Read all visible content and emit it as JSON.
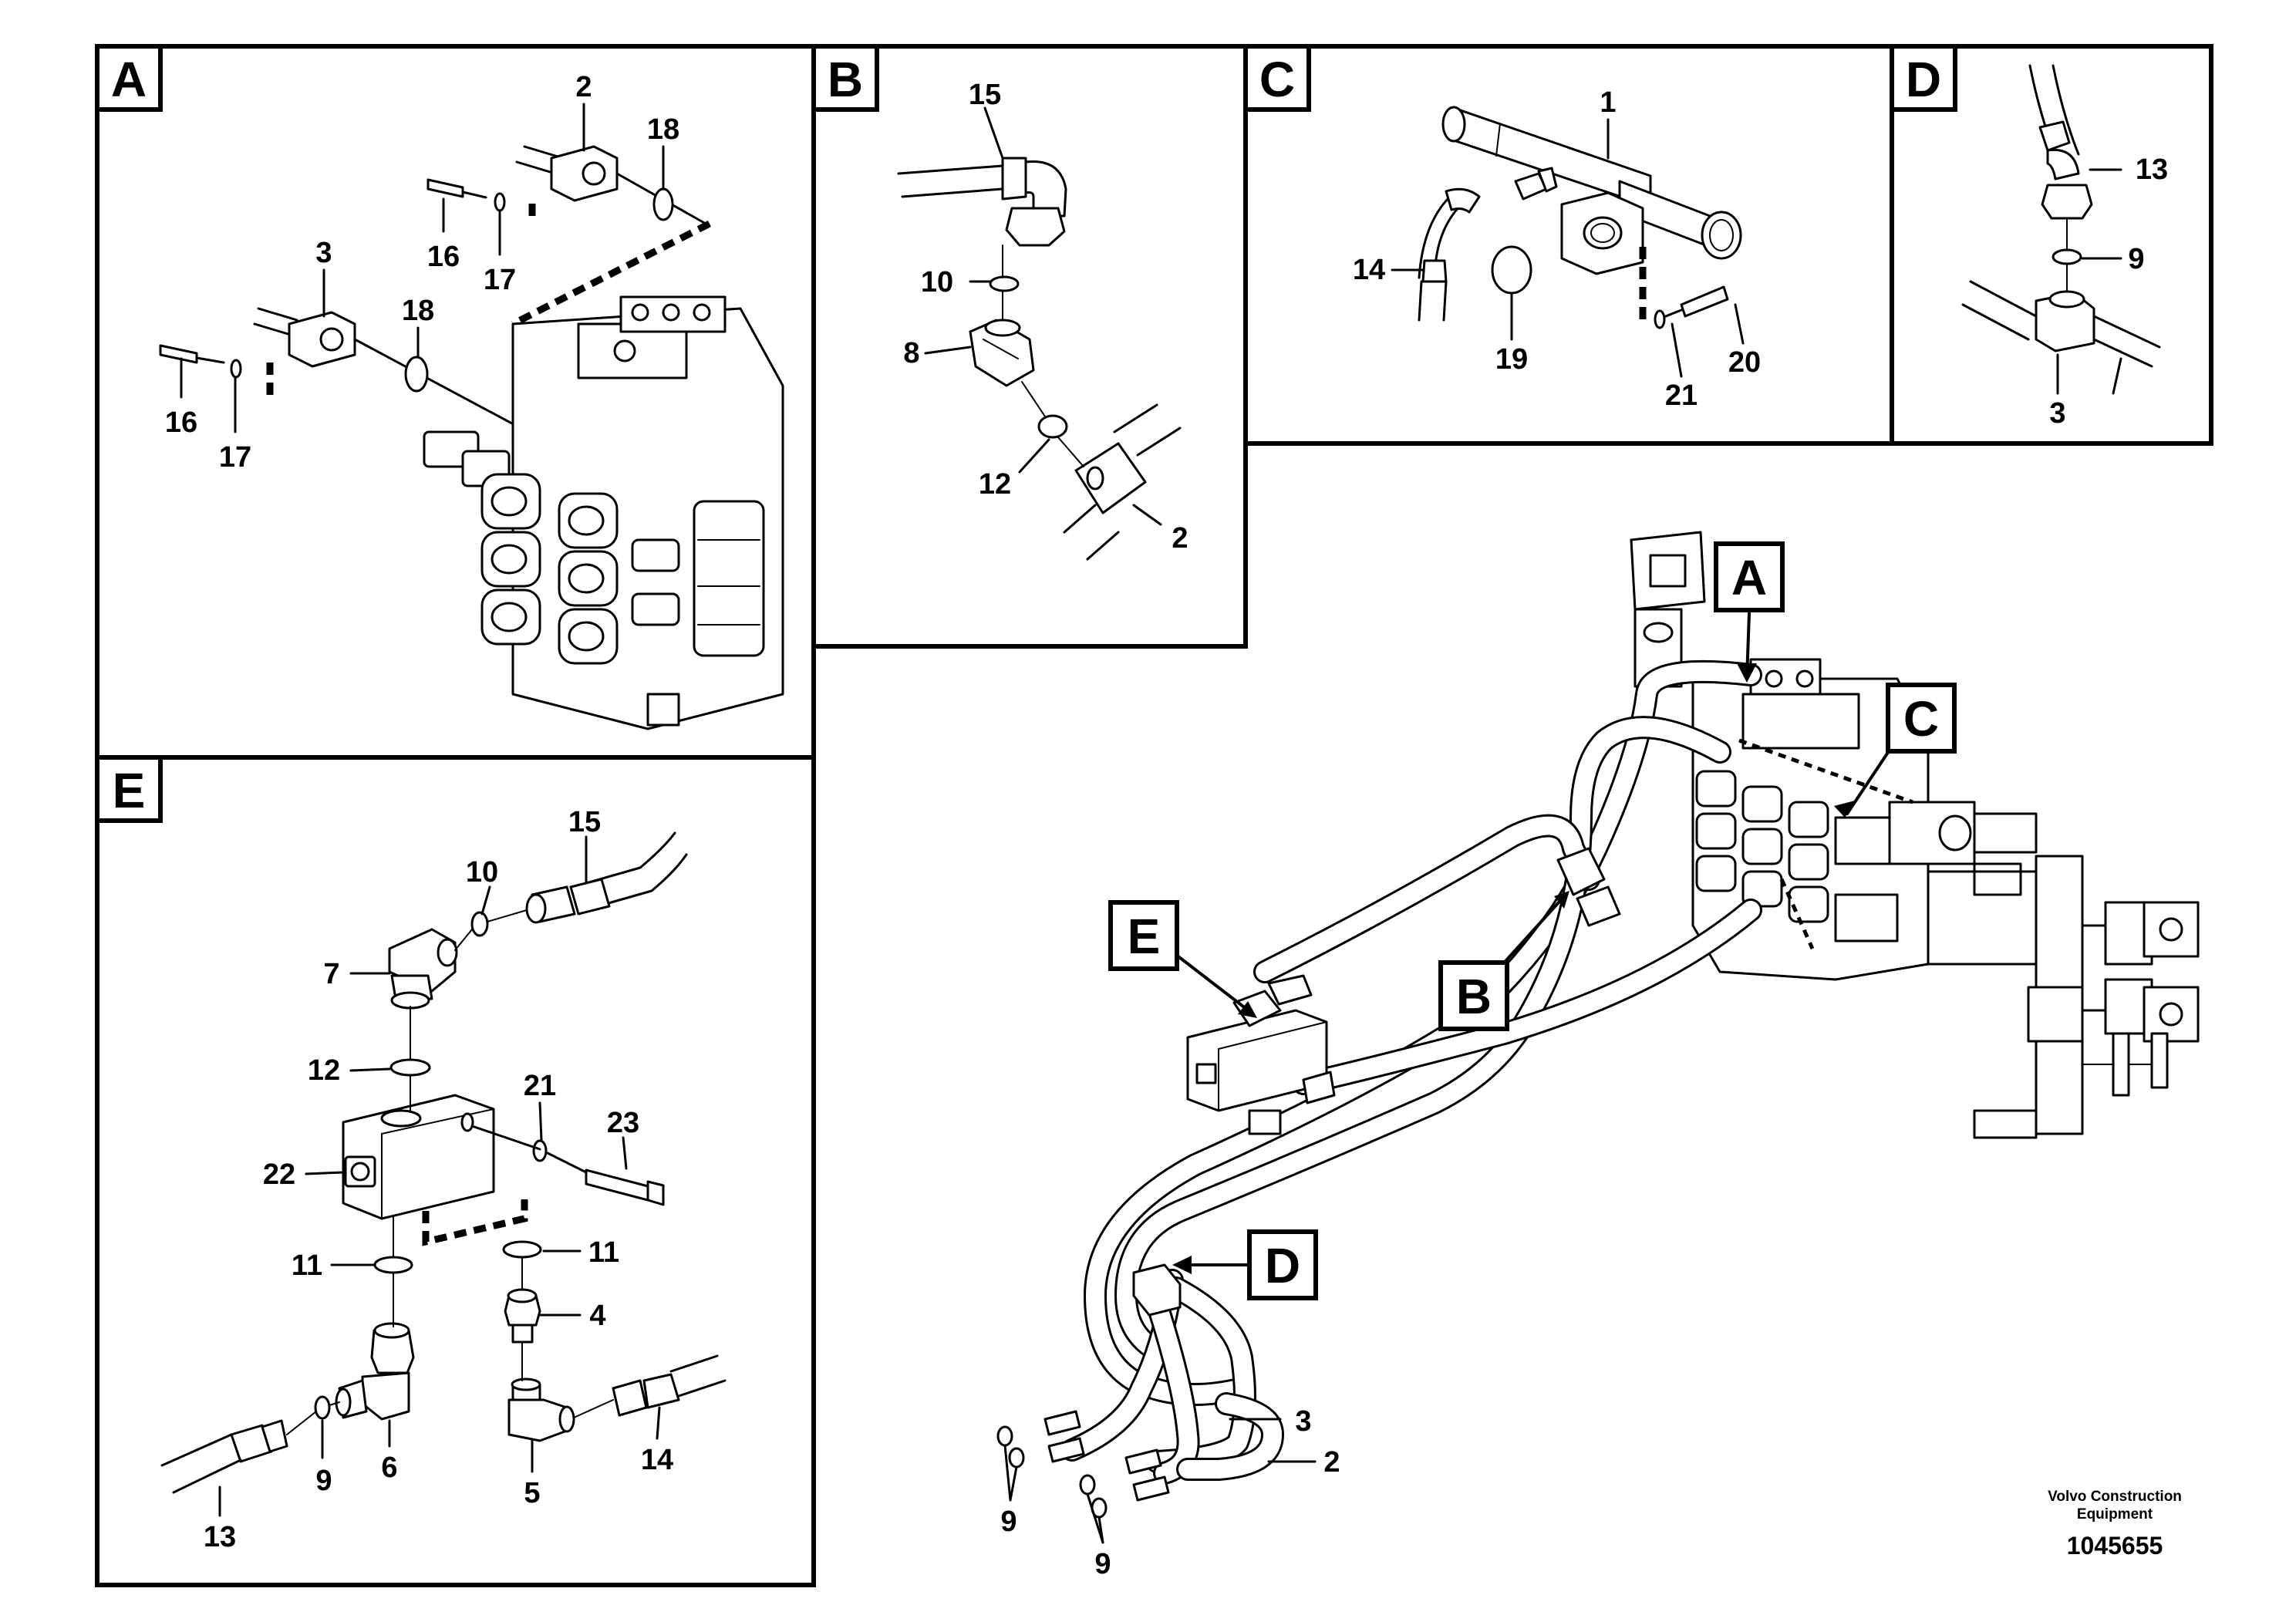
{
  "panels": {
    "A": {
      "label": "A",
      "callouts": {
        "c2": "2",
        "c18a": "18",
        "c16a": "16",
        "c17a": "17",
        "c3": "3",
        "c18b": "18",
        "c16b": "16",
        "c17b": "17"
      }
    },
    "B": {
      "label": "B",
      "callouts": {
        "c15": "15",
        "c10": "10",
        "c8": "8",
        "c12": "12",
        "c2": "2"
      }
    },
    "C": {
      "label": "C",
      "callouts": {
        "c1": "1",
        "c14": "14",
        "c19": "19",
        "c21": "21",
        "c20": "20"
      }
    },
    "D": {
      "label": "D",
      "callouts": {
        "c13": "13",
        "c9": "9",
        "c3": "3"
      }
    },
    "E": {
      "label": "E",
      "callouts": {
        "c15": "15",
        "c10": "10",
        "c7": "7",
        "c12": "12",
        "c21": "21",
        "c23": "23",
        "c22": "22",
        "c11a": "11",
        "c11b": "11",
        "c4": "4",
        "c9": "9",
        "c6": "6",
        "c5": "5",
        "c14": "14",
        "c13": "13"
      }
    }
  },
  "overview": {
    "labels": {
      "A": "A",
      "B": "B",
      "C": "C",
      "D": "D",
      "E": "E"
    },
    "callouts": {
      "c3": "3",
      "c2": "2",
      "c9a": "9",
      "c9b": "9"
    }
  },
  "footer": {
    "company_line1": "Volvo Construction",
    "company_line2": "Equipment",
    "doc_number": "1045655"
  }
}
